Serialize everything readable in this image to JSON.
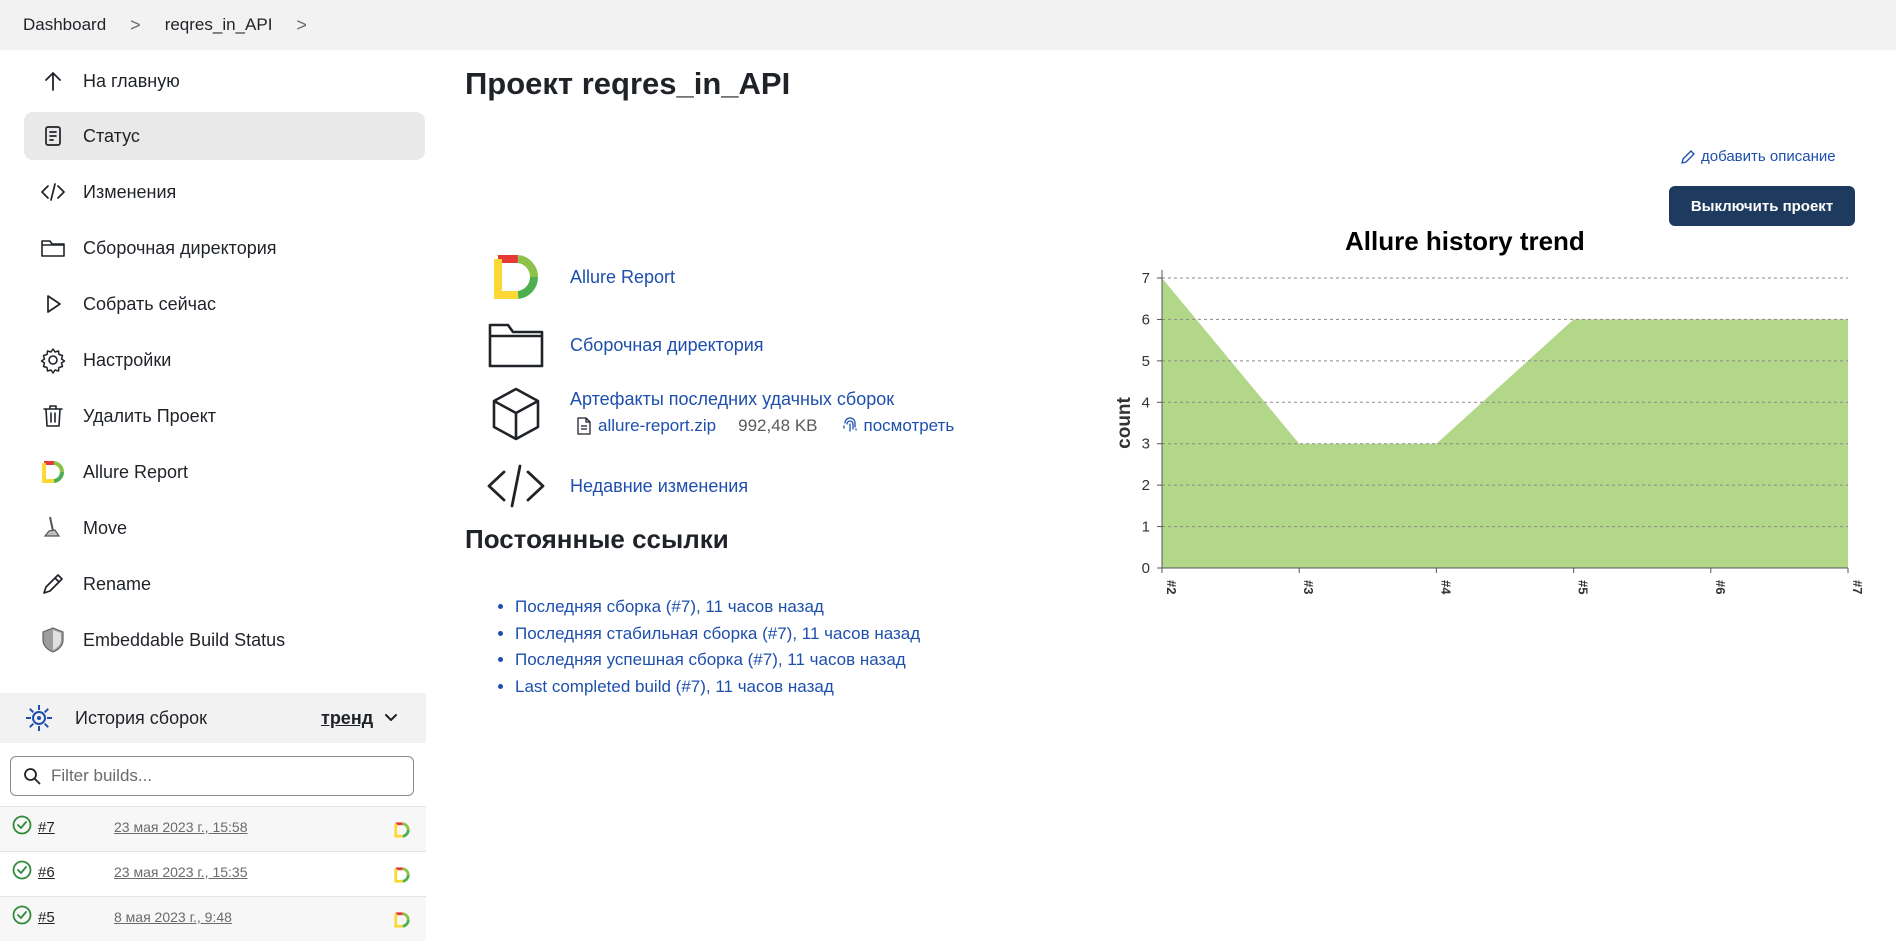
{
  "breadcrumb": {
    "items": [
      "Dashboard",
      "reqres_in_API"
    ],
    "separator": ">"
  },
  "sidebar": {
    "items": [
      {
        "label": "На главную",
        "icon": "arrow-up-icon"
      },
      {
        "label": "Статус",
        "icon": "document-icon",
        "active": true
      },
      {
        "label": "Изменения",
        "icon": "code-icon"
      },
      {
        "label": "Сборочная директория",
        "icon": "folder-icon"
      },
      {
        "label": "Собрать сейчас",
        "icon": "play-icon"
      },
      {
        "label": "Настройки",
        "icon": "gear-icon"
      },
      {
        "label": "Удалить Проект",
        "icon": "trash-icon"
      },
      {
        "label": "Allure Report",
        "icon": "allure-logo-icon"
      },
      {
        "label": "Move",
        "icon": "move-icon"
      },
      {
        "label": "Rename",
        "icon": "pencil-icon"
      },
      {
        "label": "Embeddable Build Status",
        "icon": "shield-icon"
      }
    ]
  },
  "history": {
    "title": "История сборок",
    "trend_label": "тренд",
    "filter_placeholder": "Filter builds...",
    "builds": [
      {
        "number": "#7",
        "date": "23 мая 2023 г., 15:58",
        "status": "success"
      },
      {
        "number": "#6",
        "date": "23 мая 2023 г., 15:35",
        "status": "success"
      },
      {
        "number": "#5",
        "date": "8 мая 2023 г., 9:48",
        "status": "success"
      }
    ]
  },
  "main": {
    "title": "Проект reqres_in_API",
    "add_description": "добавить описание",
    "disable_button": "Выключить проект",
    "links": {
      "allure": "Allure Report",
      "workspace": "Сборочная директория",
      "artifacts": "Артефакты последних удачных сборок",
      "artifact_file": "allure-report.zip",
      "artifact_size": "992,48 KB",
      "artifact_view": "посмотреть",
      "changes": "Недавние изменения"
    },
    "permalinks_title": "Постоянные ссылки",
    "permalinks": [
      "Последняя сборка (#7), 11 часов назад",
      "Последняя стабильная сборка (#7), 11 часов назад",
      "Последняя успешная сборка (#7), 11 часов назад",
      "Last completed build (#7), 11 часов назад"
    ]
  },
  "colors": {
    "accent_link": "#1e4fad",
    "button_bg": "#1e3a5f",
    "chart_fill": "#b3d789",
    "success": "#2e8b3a"
  },
  "chart_data": {
    "type": "area",
    "title": "Allure history trend",
    "ylabel": "count",
    "xlabel": "",
    "categories": [
      "#2",
      "#3",
      "#4",
      "#5",
      "#6",
      "#7"
    ],
    "values": [
      7,
      3,
      3,
      6,
      6,
      6
    ],
    "ylim": [
      0,
      7
    ],
    "yticks": [
      0,
      1,
      2,
      3,
      4,
      5,
      6,
      7
    ],
    "grid": true
  }
}
